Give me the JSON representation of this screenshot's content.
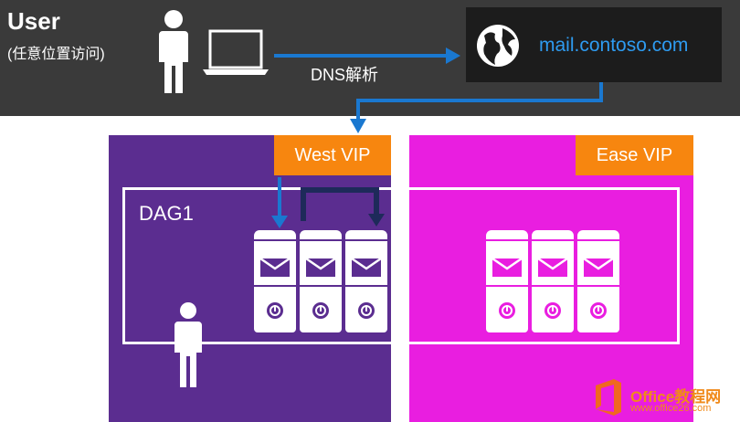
{
  "user": {
    "title": "User",
    "subtitle": "(任意位置访问)"
  },
  "dns": {
    "label": "DNS解析",
    "domain": "mail.contoso.com"
  },
  "west": {
    "vip_label": "West VIP"
  },
  "east": {
    "vip_label": "Ease VIP"
  },
  "dag": {
    "label": "DAG1"
  },
  "watermark": {
    "brand": "Office教程网",
    "url": "www.office26.com"
  },
  "colors": {
    "top_bar": "#3a3a3a",
    "dns_box": "#1c1c1c",
    "arrow_blue": "#1a78d0",
    "west_panel": "#5b2d90",
    "east_panel": "#e91ee0",
    "vip_orange": "#f7860f",
    "dark_navy_arrow": "#1e2a5a"
  },
  "icons": [
    "user-icon",
    "laptop-icon",
    "globe-icon",
    "mail-server-icon",
    "power-icon",
    "office-logo-icon"
  ]
}
